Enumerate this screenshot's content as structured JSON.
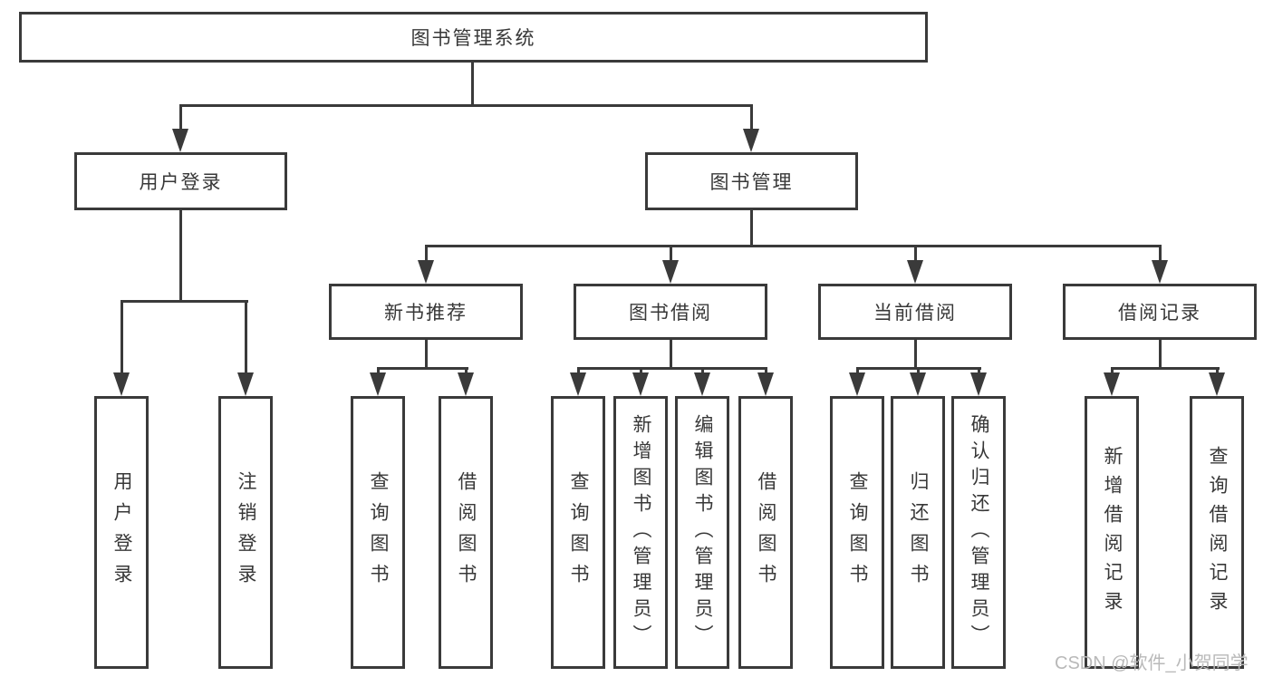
{
  "diagram": {
    "root": "图书管理系统",
    "level2": {
      "user_login": "用户登录",
      "book_management": "图书管理"
    },
    "level3": {
      "new_books": "新书推荐",
      "book_borrowing": "图书借阅",
      "current_borrowing": "当前借阅",
      "borrowing_records": "借阅记录"
    },
    "leaves": {
      "ul1": "用户登录",
      "ul2": "注销登录",
      "nb1": "查询图书",
      "nb2": "借阅图书",
      "bb1": "查询图书",
      "bb2": "新增图书（管理员）",
      "bb3": "编辑图书（管理员）",
      "bb4": "借阅图书",
      "cb1": "查询图书",
      "cb2": "归还图书",
      "cb3": "确认归还（管理员）",
      "br1": "新增借阅记录",
      "br2": "查询借阅记录"
    }
  },
  "watermark": "CSDN @软件_小贺同学",
  "colors": {
    "line": "#3a3a3a",
    "text": "#383838",
    "watermark": "#b9b9b9",
    "background": "#ffffff"
  }
}
